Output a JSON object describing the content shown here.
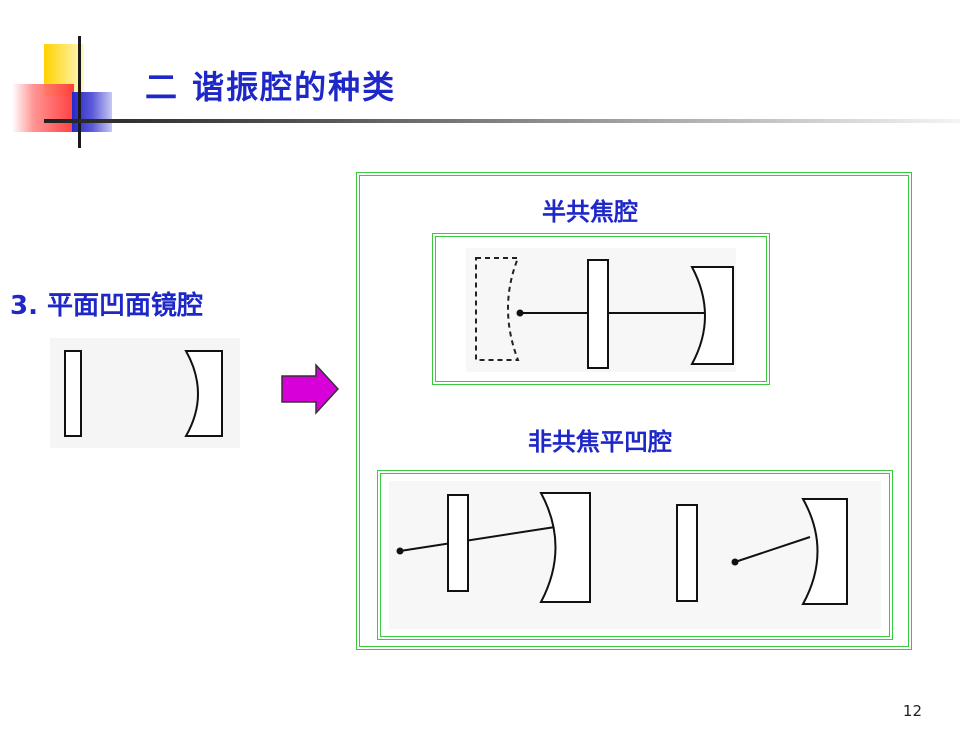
{
  "slide": {
    "title": "二 谐振腔的种类",
    "section_label": "3. 平面凹面镜腔",
    "half_confocal_label": "半共焦腔",
    "nonconfocal_label": "非共焦平凹腔",
    "page_number": "12"
  },
  "colors": {
    "title_blue": "#1e28c8",
    "box_green": "#3cc83c",
    "arrow_magenta": "#d800d8"
  }
}
